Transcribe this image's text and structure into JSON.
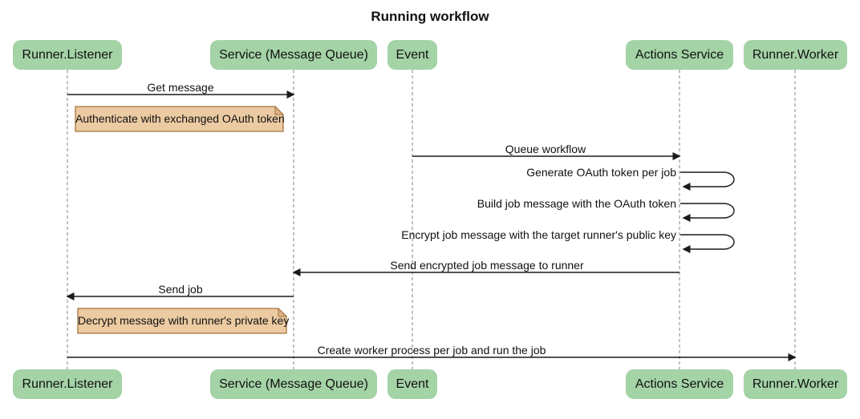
{
  "title": "Running workflow",
  "participants": [
    {
      "name": "Runner.Listener"
    },
    {
      "name": "Service (Message Queue)"
    },
    {
      "name": "Event"
    },
    {
      "name": "Actions Service"
    },
    {
      "name": "Runner.Worker"
    }
  ],
  "messages": [
    {
      "label": "Get message",
      "from": "Runner.Listener",
      "to": "Service (Message Queue)",
      "type": "solid"
    },
    {
      "label": "Queue workflow",
      "from": "Event",
      "to": "Actions Service",
      "type": "solid"
    },
    {
      "label": "Generate OAuth token per job",
      "from": "Actions Service",
      "to": "Actions Service",
      "type": "self"
    },
    {
      "label": "Build job message with the OAuth token",
      "from": "Actions Service",
      "to": "Actions Service",
      "type": "self"
    },
    {
      "label": "Encrypt job message with the target runner's public key",
      "from": "Actions Service",
      "to": "Actions Service",
      "type": "self"
    },
    {
      "label": "Send encrypted job message to runner",
      "from": "Actions Service",
      "to": "Service (Message Queue)",
      "type": "solid"
    },
    {
      "label": "Send job",
      "from": "Service (Message Queue)",
      "to": "Runner.Listener",
      "type": "solid"
    },
    {
      "label": "Create worker process per job and run the job",
      "from": "Runner.Listener",
      "to": "Runner.Worker",
      "type": "solid"
    }
  ],
  "notes": [
    {
      "text": "Authenticate with exchanged OAuth token",
      "position": "right of Runner.Listener"
    },
    {
      "text": "Decrypt message with runner's private key",
      "position": "right of Runner.Listener"
    }
  ],
  "colors": {
    "participant_fill": "#A4D3A6",
    "note_fill": "#ECCBA2",
    "note_flap": "#DDB488",
    "note_border": "#A5743C",
    "lifeline": "#999999",
    "arrow": "#1a1a1a",
    "text": "#111111",
    "background": "#ffffff"
  }
}
